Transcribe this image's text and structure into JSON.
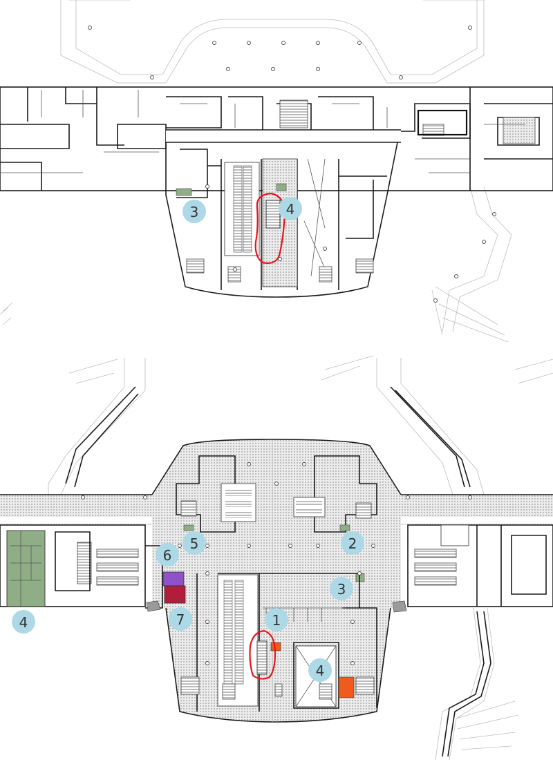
{
  "colors": {
    "marker_fill": "#add8e6",
    "marker_text": "#333333",
    "highlight_circle": "#e8141b",
    "paving": "#d9d9d9",
    "room_green": "#8fae86",
    "room_green_small": "#6d9a5f",
    "room_purple": "#8f52c9",
    "room_crimson": "#b01e3a",
    "room_orange": "#f05a1a",
    "room_grey": "#9a9a9a"
  },
  "upper_plan": {
    "markers": [
      {
        "id": "upper-3",
        "label": "3"
      },
      {
        "id": "upper-4",
        "label": "4"
      }
    ]
  },
  "lower_plan": {
    "markers": [
      {
        "id": "lower-1",
        "label": "1"
      },
      {
        "id": "lower-2",
        "label": "2"
      },
      {
        "id": "lower-3",
        "label": "3"
      },
      {
        "id": "lower-4-right",
        "label": "4"
      },
      {
        "id": "lower-4-left",
        "label": "4"
      },
      {
        "id": "lower-5",
        "label": "5"
      },
      {
        "id": "lower-6",
        "label": "6"
      },
      {
        "id": "lower-7",
        "label": "7"
      }
    ]
  }
}
